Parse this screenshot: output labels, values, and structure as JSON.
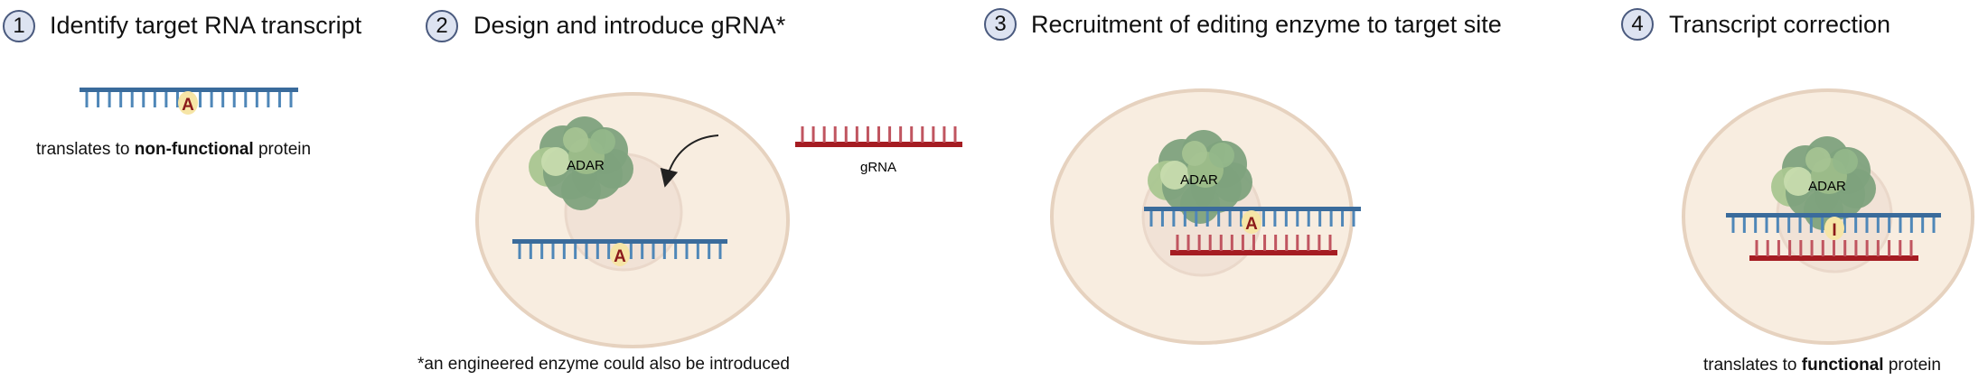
{
  "steps": [
    {
      "number": "1",
      "title": "Identify target RNA transcript",
      "caption": {
        "prefix": "translates to ",
        "emphasis": "non-functional",
        "suffix": " protein"
      }
    },
    {
      "number": "2",
      "title": "Design and introduce gRNA*",
      "footnote": "*an engineered enzyme could also be introduced"
    },
    {
      "number": "3",
      "title": "Recruitment of editing enzyme to target site"
    },
    {
      "number": "4",
      "title": "Transcript correction",
      "caption": {
        "prefix": "translates to ",
        "emphasis": "functional",
        "suffix": " protein"
      }
    }
  ],
  "labels": {
    "enzyme": "ADAR",
    "guide": "gRNA",
    "base_before": "A",
    "base_after": "I"
  },
  "colors": {
    "target_rna": "#3a6b9b",
    "target_rna_teeth": "#4f87b8",
    "guide_rna": "#a51c22",
    "guide_rna_teeth": "#c05560",
    "cell_fill": "#f8ede0",
    "cell_border": "#e6d2bf",
    "nucleus_fill": "#f1e2d6",
    "base_highlight": "#f6e5a6",
    "base_letter": "#8b1a1a",
    "enzyme_light": "#a9c690",
    "enzyme_dark": "#7ea27d",
    "badge_fill": "#dde3f1",
    "badge_border": "#4a5a7e"
  }
}
